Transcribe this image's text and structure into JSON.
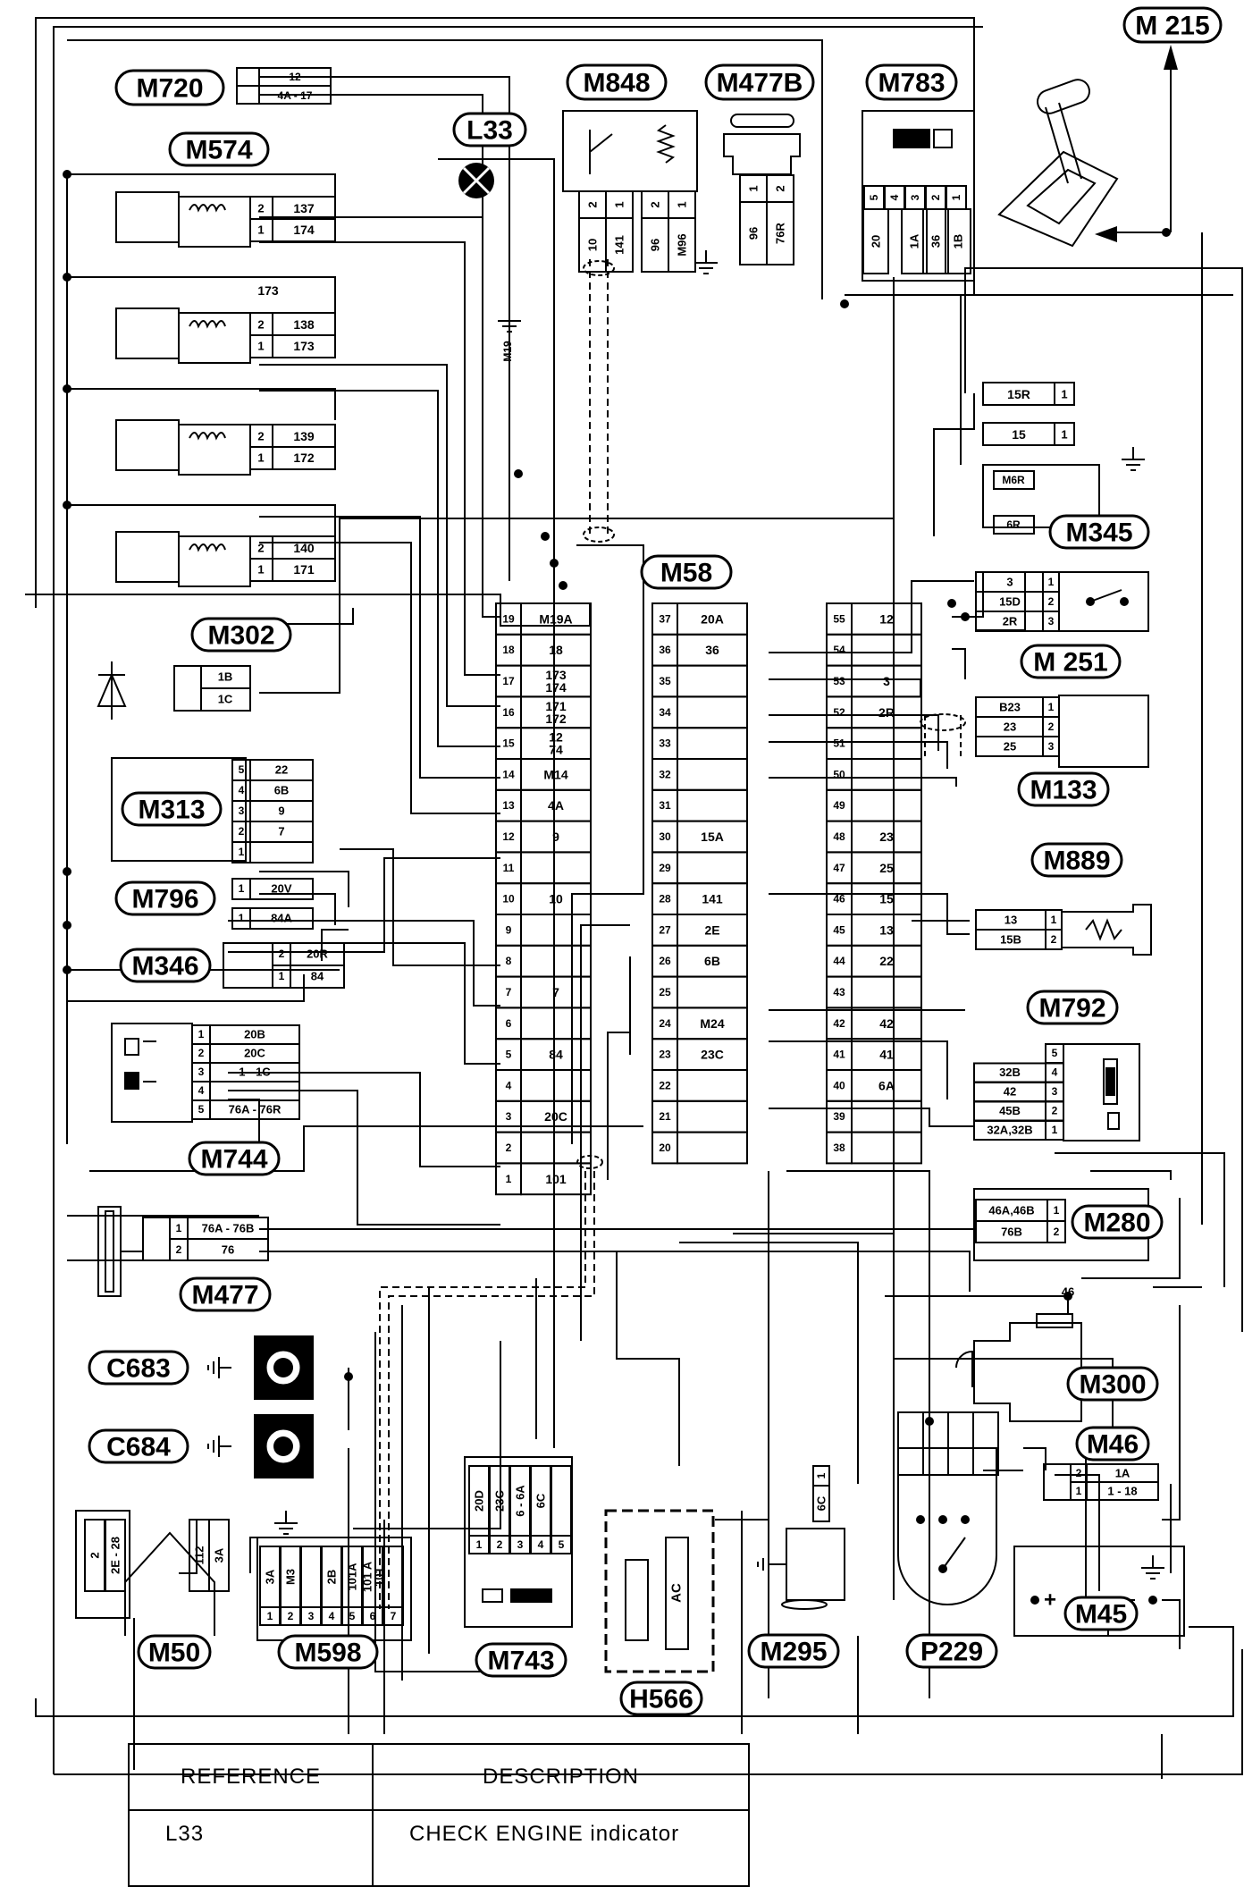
{
  "labels": {
    "M215": "M 215",
    "M720": "M720",
    "M848": "M848",
    "M477B": "M477B",
    "M783": "M783",
    "M574": "M574",
    "L33": "L33",
    "M58": "M58",
    "M345": "M345",
    "M302": "M302",
    "M251": "M 251",
    "M313": "M313",
    "M133": "M133",
    "M796": "M796",
    "M889": "M889",
    "M346": "M346",
    "M792": "M792",
    "M744": "M744",
    "M280": "M280",
    "M477": "M477",
    "C683": "C683",
    "C684": "C684",
    "M300": "M300",
    "M46": "M46",
    "M50": "M50",
    "M598": "M598",
    "M743": "M743",
    "H566": "H566",
    "M295": "M295",
    "P229": "P229",
    "M45": "M45"
  },
  "m720_pins": [
    "12",
    "4A - 17"
  ],
  "m574_sensors": [
    {
      "pin2": "137",
      "pin1": "174"
    },
    {
      "pin2": "138",
      "pin1": "173"
    },
    {
      "pin2": "139",
      "pin1": "172"
    },
    {
      "pin2": "140",
      "pin1": "171"
    }
  ],
  "m574_sensor_pin_nums": [
    "2",
    "1"
  ],
  "wire_173": "173",
  "m848_pins": {
    "nums": [
      "2",
      "1",
      "2",
      "1"
    ],
    "wires": [
      "10",
      "141",
      "96",
      "M96"
    ]
  },
  "m477b_pins": {
    "nums": [
      "1",
      "2"
    ],
    "wires": [
      "96",
      "76R"
    ]
  },
  "m783_pins": {
    "nums": [
      "5",
      "4",
      "3",
      "2",
      "1"
    ],
    "wires": [
      "20",
      "1A",
      "36",
      "1B"
    ]
  },
  "m19_label": "M19",
  "m58_col1": [
    {
      "n": "19",
      "w": "M19A"
    },
    {
      "n": "18",
      "w": "18"
    },
    {
      "n": "17",
      "w": "173\n174"
    },
    {
      "n": "16",
      "w": "171\n172"
    },
    {
      "n": "15",
      "w": "12\n74"
    },
    {
      "n": "14",
      "w": "M14"
    },
    {
      "n": "13",
      "w": "4A"
    },
    {
      "n": "12",
      "w": "9"
    },
    {
      "n": "11",
      "w": ""
    },
    {
      "n": "10",
      "w": "10"
    },
    {
      "n": "9",
      "w": ""
    },
    {
      "n": "8",
      "w": ""
    },
    {
      "n": "7",
      "w": "7"
    },
    {
      "n": "6",
      "w": ""
    },
    {
      "n": "5",
      "w": "84"
    },
    {
      "n": "4",
      "w": ""
    },
    {
      "n": "3",
      "w": "20C"
    },
    {
      "n": "2",
      "w": ""
    },
    {
      "n": "1",
      "w": "101"
    }
  ],
  "m58_col2": [
    {
      "n": "37",
      "w": "20A"
    },
    {
      "n": "36",
      "w": "36"
    },
    {
      "n": "35",
      "w": ""
    },
    {
      "n": "34",
      "w": ""
    },
    {
      "n": "33",
      "w": ""
    },
    {
      "n": "32",
      "w": ""
    },
    {
      "n": "31",
      "w": ""
    },
    {
      "n": "30",
      "w": "15A"
    },
    {
      "n": "29",
      "w": ""
    },
    {
      "n": "28",
      "w": "141"
    },
    {
      "n": "27",
      "w": "2E"
    },
    {
      "n": "26",
      "w": "6B"
    },
    {
      "n": "25",
      "w": ""
    },
    {
      "n": "24",
      "w": "M24"
    },
    {
      "n": "23",
      "w": "23C"
    },
    {
      "n": "22",
      "w": ""
    },
    {
      "n": "21",
      "w": ""
    },
    {
      "n": "20",
      "w": ""
    }
  ],
  "m58_col3": [
    {
      "n": "55",
      "w": "12"
    },
    {
      "n": "54",
      "w": ""
    },
    {
      "n": "53",
      "w": "3"
    },
    {
      "n": "52",
      "w": "2R"
    },
    {
      "n": "51",
      "w": ""
    },
    {
      "n": "50",
      "w": ""
    },
    {
      "n": "49",
      "w": ""
    },
    {
      "n": "48",
      "w": "23"
    },
    {
      "n": "47",
      "w": "25"
    },
    {
      "n": "46",
      "w": "15"
    },
    {
      "n": "45",
      "w": "13"
    },
    {
      "n": "44",
      "w": "22"
    },
    {
      "n": "43",
      "w": ""
    },
    {
      "n": "42",
      "w": "42"
    },
    {
      "n": "41",
      "w": "41"
    },
    {
      "n": "40",
      "w": "6A"
    },
    {
      "n": "39",
      "w": ""
    },
    {
      "n": "38",
      "w": ""
    }
  ],
  "fuse_15r": {
    "w": "15R",
    "n": "1"
  },
  "fuse_15": {
    "w": "15",
    "n": "1"
  },
  "m345_pins": [
    "M6R",
    "6R"
  ],
  "m302_pins": [
    "1B",
    "1C"
  ],
  "m251_pins": [
    {
      "w": "3",
      "n": "1"
    },
    {
      "w": "15D",
      "n": "2"
    },
    {
      "w": "2R",
      "n": "3"
    }
  ],
  "m313_pins": [
    {
      "n": "5",
      "w": "22"
    },
    {
      "n": "4",
      "w": "6B"
    },
    {
      "n": "3",
      "w": "9"
    },
    {
      "n": "2",
      "w": "7"
    },
    {
      "n": "1",
      "w": ""
    }
  ],
  "m133_pins": [
    {
      "w": "B23",
      "n": "1"
    },
    {
      "w": "23",
      "n": "2"
    },
    {
      "w": "25",
      "n": "3"
    }
  ],
  "m796_pins": [
    {
      "n": "1",
      "w": "20V"
    },
    {
      "n": "1",
      "w": "84A"
    }
  ],
  "m889_pins": [
    {
      "w": "13",
      "n": "1"
    },
    {
      "w": "15B",
      "n": "2"
    }
  ],
  "m346_pins": [
    {
      "n": "2",
      "w": "20R"
    },
    {
      "n": "1",
      "w": "84"
    }
  ],
  "m792_pins": [
    {
      "w": "",
      "n": "5"
    },
    {
      "w": "32B",
      "n": "4"
    },
    {
      "w": "42",
      "n": "3"
    },
    {
      "w": "45B",
      "n": "2"
    },
    {
      "w": "32A,32B",
      "n": "1"
    }
  ],
  "m744_pins": [
    {
      "n": "1",
      "w": "20B"
    },
    {
      "n": "2",
      "w": "20C"
    },
    {
      "n": "3",
      "w": "1 - 1C"
    },
    {
      "n": "4",
      "w": ""
    },
    {
      "n": "5",
      "w": "76A - 76R"
    }
  ],
  "m280_pins": [
    {
      "w": "46A,46B",
      "n": "1"
    },
    {
      "w": "76B",
      "n": "2"
    }
  ],
  "m477_pins": [
    {
      "n": "1",
      "w": "76A - 76B"
    },
    {
      "n": "2",
      "w": "76"
    }
  ],
  "wire_46": "46",
  "m46_pins": [
    {
      "n": "2",
      "w": "1A"
    },
    {
      "n": "1",
      "w": "1 - 18"
    }
  ],
  "m50_pins": [
    "2",
    "2E - 28",
    "112",
    "3A"
  ],
  "m598_wires": [
    "3A",
    "M3",
    "",
    "2B",
    "101A",
    "101 A\n101",
    ""
  ],
  "m598_nums": [
    "1",
    "2",
    "3",
    "4",
    "5",
    "6",
    "7"
  ],
  "m743_wires": [
    "20D",
    "23C",
    "6 - 6A",
    "6C",
    ""
  ],
  "m743_nums": [
    "1",
    "2",
    "3",
    "4",
    "5"
  ],
  "h566_ac": "AC",
  "m295_pins": {
    "n": "1",
    "w": "6C"
  },
  "battery": {
    "plus": "+",
    "minus": "–"
  },
  "table": {
    "headers": [
      "REFERENCE",
      "DESCRIPTION"
    ],
    "rows": [
      {
        "ref": "L33",
        "desc": "CHECK ENGINE indicator"
      }
    ]
  }
}
